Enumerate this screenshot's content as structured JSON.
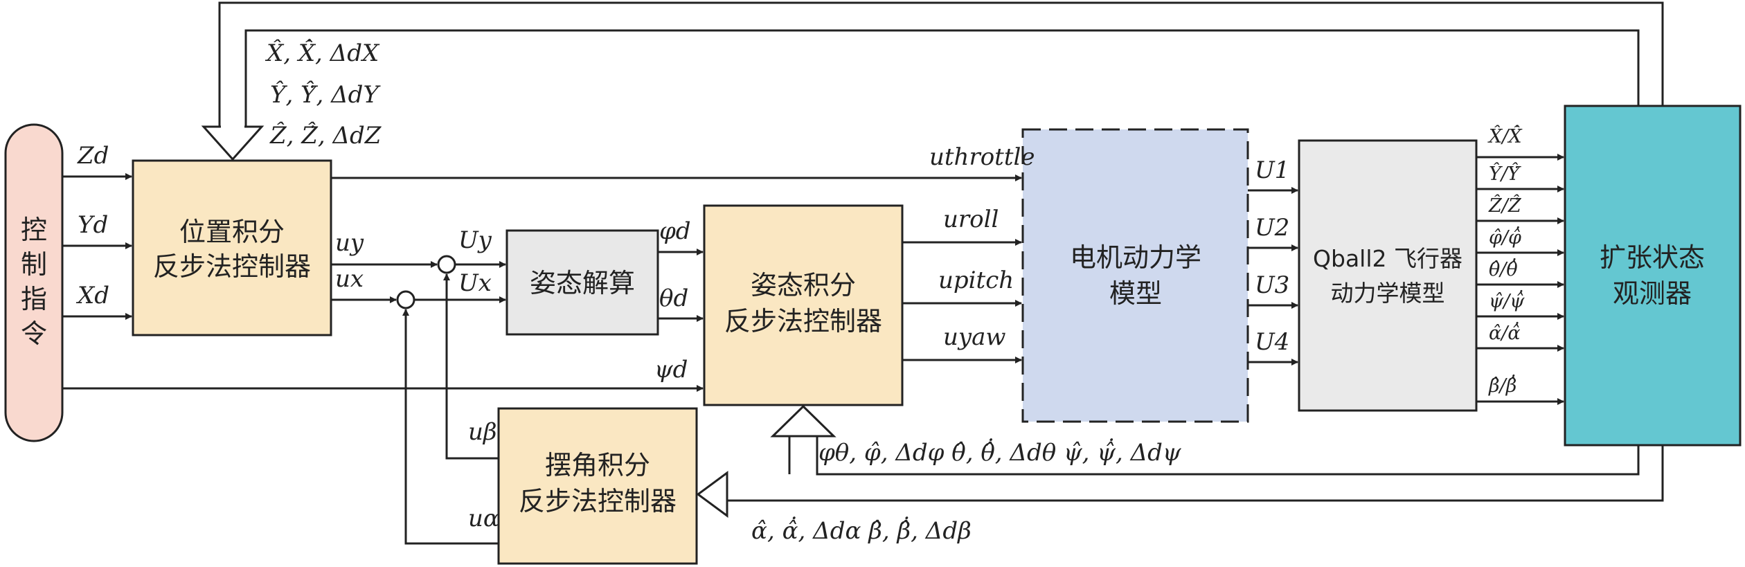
{
  "blocks": {
    "command": [
      "控",
      "制",
      "指",
      "令"
    ],
    "position_ctrl": [
      "位置积分",
      "反步法控制器"
    ],
    "attitude_solver": "姿态解算",
    "attitude_ctrl": [
      "姿态积分",
      "反步法控制器"
    ],
    "swing_ctrl": [
      "摆角积分",
      "反步法控制器"
    ],
    "motor_model": [
      "电机动力学",
      "模型"
    ],
    "qball_model": [
      "Qball2 飞行器",
      "动力学模型"
    ],
    "eso": [
      "扩张状态",
      "观测器"
    ]
  },
  "signals": {
    "zd": "Zd",
    "yd": "Yd",
    "xd": "Xd",
    "uy": "uy",
    "ux": "ux",
    "Uy": "Uy",
    "Ux": "Ux",
    "phid": "φd",
    "thetad": "θd",
    "psid": "ψd",
    "u_throttle": "uthrottle",
    "u_roll": "uroll",
    "u_pitch": "upitch",
    "u_yaw": "uyaw",
    "U1": "U1",
    "U2": "U2",
    "U3": "U3",
    "U4": "U4",
    "ubeta": "uβ",
    "ualpha": "uα"
  },
  "feedback": {
    "pos_x": "X̂, X̂̇, ΔdX",
    "pos_y": "Ŷ, Ŷ̇, ΔdY",
    "pos_z": "Ẑ, Ẑ̇, ΔdZ",
    "att": "φθ, φ̂, Δdφ   θ̂, θ̂̇, Δdθ   ψ̂, ψ̂̇, Δdψ",
    "swing": "α̂, α̂̇, Δdα     β̂, β̂̇, Δdβ"
  },
  "eso_inputs": [
    "X̂/X̂̇",
    "Ŷ/Ŷ̇",
    "Ẑ/Ẑ̇",
    "φ̂/φ̂̇",
    "θ̂/θ̂̇",
    "ψ̂/ψ̂̇",
    "α̂/α̂̇",
    "β̂/β̂̇"
  ],
  "colors": {
    "command": "#f9d9cf",
    "controller": "#fae7c2",
    "solver": "#e8e8e8",
    "motor": "#cfd9ee",
    "qball": "#eaeaea",
    "eso": "#64c7d1",
    "line": "#222222"
  }
}
